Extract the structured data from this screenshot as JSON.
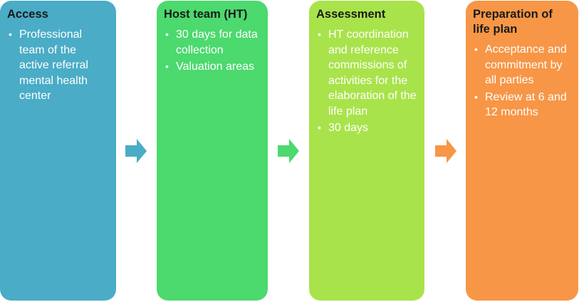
{
  "stages": [
    {
      "title": "Access",
      "color": "#4aacc6",
      "bullets": [
        "Professional team of the active referral mental health center"
      ]
    },
    {
      "title": "Host team (HT)",
      "color": "#4cd96e",
      "bullets": [
        "30 days for data collection",
        "Valuation areas"
      ]
    },
    {
      "title": "Assessment",
      "color": "#a9e34b",
      "bullets": [
        "HT coordination and reference commissions of activities for the elaboration of the life plan",
        "30 days"
      ]
    },
    {
      "title": "Preparation of life plan",
      "color": "#f79646",
      "bullets": [
        "Acceptance and commitment by all parties",
        "Review at 6 and 12 months"
      ]
    }
  ],
  "arrows": [
    {
      "icon": "arrow-right-icon",
      "color": "#4aacc6"
    },
    {
      "icon": "arrow-right-icon",
      "color": "#4cd96e"
    },
    {
      "icon": "arrow-right-icon",
      "color": "#f79646"
    }
  ]
}
